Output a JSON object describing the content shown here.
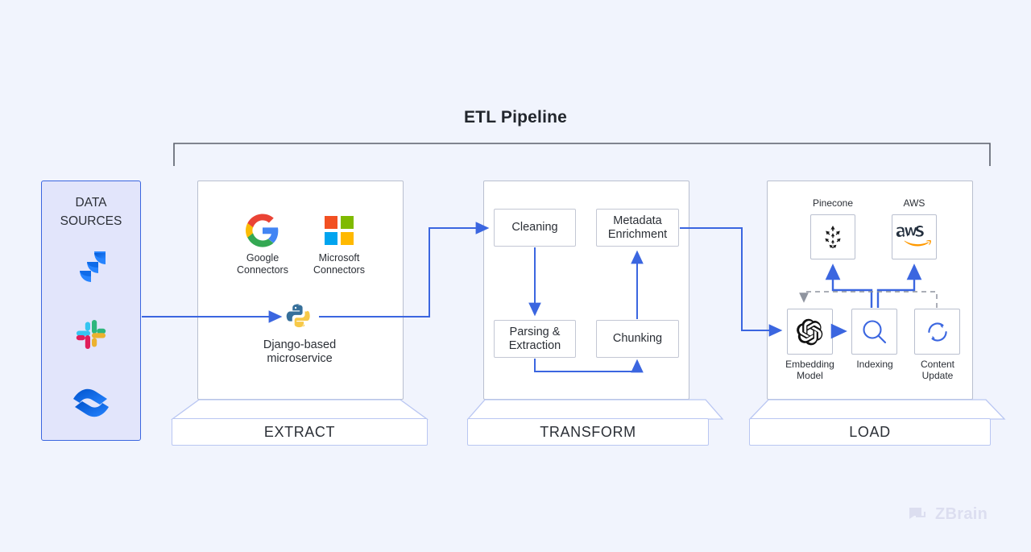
{
  "title": "ETL Pipeline",
  "data_sources": {
    "label_line1": "DATA",
    "label_line2": "SOURCES",
    "icons": [
      {
        "name": "jira-icon",
        "label": "Jira"
      },
      {
        "name": "slack-icon",
        "label": "Slack"
      },
      {
        "name": "confluence-icon",
        "label": "Confluence"
      }
    ],
    "panel_fill": "#e2e5fb",
    "panel_border": "#3b66e0"
  },
  "stages": [
    {
      "key": "extract",
      "label": "EXTRACT",
      "items": [
        {
          "name": "google-connectors",
          "label_line1": "Google",
          "label_line2": "Connectors",
          "icon": "google-icon"
        },
        {
          "name": "microsoft-connectors",
          "label_line1": "Microsoft",
          "label_line2": "Connectors",
          "icon": "microsoft-icon"
        },
        {
          "name": "django-microservice",
          "label_line1": "Django-based",
          "label_line2": "microservice",
          "icon": "python-icon"
        }
      ]
    },
    {
      "key": "transform",
      "label": "TRANSFORM",
      "items": [
        {
          "name": "cleaning",
          "label": "Cleaning"
        },
        {
          "name": "metadata-enrichment",
          "label_line1": "Metadata",
          "label_line2": "Enrichment"
        },
        {
          "name": "parsing-extraction",
          "label_line1": "Parsing &",
          "label_line2": "Extraction"
        },
        {
          "name": "chunking",
          "label": "Chunking"
        }
      ]
    },
    {
      "key": "load",
      "label": "LOAD",
      "items": [
        {
          "name": "pinecone",
          "label": "Pinecone",
          "icon": "pinecone-icon"
        },
        {
          "name": "aws",
          "label": "AWS",
          "icon": "aws-icon"
        },
        {
          "name": "embedding-model",
          "label_line1": "Embedding",
          "label_line2": "Model",
          "icon": "openai-icon"
        },
        {
          "name": "indexing",
          "label": "Indexing",
          "icon": "magnifier-icon"
        },
        {
          "name": "content-update",
          "label_line1": "Content",
          "label_line2": "Update",
          "icon": "refresh-icon"
        }
      ]
    }
  ],
  "brand": {
    "name": "ZBrain",
    "color": "#dcdef0"
  },
  "colors": {
    "page_background": "#f1f4fd",
    "arrow_blue": "#3b66e0",
    "dashed_gray": "#8f949f",
    "card_border": "#c3c7d4",
    "stage_border": "#b9bfcf",
    "pedestal_border": "#b9c6f2"
  }
}
